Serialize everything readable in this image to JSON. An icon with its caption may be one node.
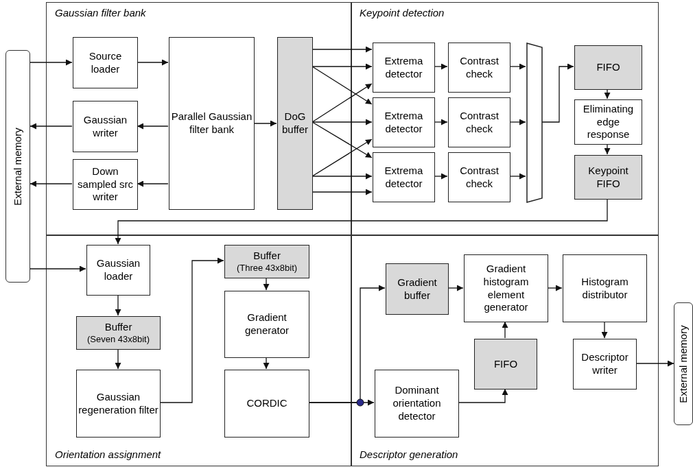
{
  "diagram": {
    "nodes": [
      {
        "text": [
          "External memory"
        ]
      },
      {
        "text": [
          "Gaussian filter bank"
        ]
      },
      {
        "text": [
          "Source loader"
        ],
        "in": 1
      },
      {
        "text": [
          "Gaussian writer"
        ],
        "in": 1
      },
      {
        "text": [
          "Down sampled src writer"
        ],
        "in": 1
      },
      {
        "text": [
          "Parallel Gaussian filter bank"
        ],
        "in": 1
      },
      {
        "text": [
          "DoG buffer"
        ],
        "in": 1
      },
      {
        "text": [
          "Keypoint detection"
        ]
      },
      {
        "text": [
          "Extrema detector"
        ],
        "in": 7
      },
      {
        "text": [
          "Extrema detector"
        ],
        "in": 7
      },
      {
        "text": [
          "Extrema detector"
        ],
        "in": 7
      },
      {
        "text": [
          "Contrast check"
        ],
        "in": 7
      },
      {
        "text": [
          "Contrast check"
        ],
        "in": 7
      },
      {
        "text": [
          "Contrast check"
        ],
        "in": 7
      },
      {
        "text": [],
        "shape": "trapezoid",
        "in": 7
      },
      {
        "text": [
          "FIFO"
        ],
        "in": 7
      },
      {
        "text": [
          "Eliminating edge response"
        ],
        "in": 7
      },
      {
        "text": [
          "Keypoint FIFO"
        ],
        "in": 7
      },
      {
        "text": [
          "Orientation assignment"
        ]
      },
      {
        "text": [
          "Gaussian loader"
        ],
        "in": 18
      },
      {
        "text": [
          "Buffer",
          "(Seven 43x8bit)"
        ],
        "in": 18
      },
      {
        "text": [
          "Gaussian regeneration filter"
        ],
        "in": 18
      },
      {
        "text": [
          "Buffer",
          "(Three 43x8bit)"
        ],
        "in": 18
      },
      {
        "text": [
          "Gradient generator"
        ],
        "in": 18
      },
      {
        "text": [
          "CORDIC"
        ],
        "in": 18
      },
      {
        "text": [
          "Descriptor generation"
        ]
      },
      {
        "text": [
          "Gradient buffer"
        ],
        "in": 25
      },
      {
        "text": [
          "Gradient histogram element generator"
        ],
        "in": 25
      },
      {
        "text": [
          "Histogram distributor"
        ],
        "in": 25
      },
      {
        "text": [
          "FIFO"
        ],
        "in": 25
      },
      {
        "text": [
          "Descriptor writer"
        ],
        "in": 25
      },
      {
        "text": [
          "Dominant orientation detector"
        ],
        "in": 25
      },
      {
        "text": [
          "External memory"
        ]
      }
    ],
    "edges": [
      {
        "from": 0,
        "to": 2,
        "arrow": "to"
      },
      {
        "from": 2,
        "to": 5,
        "arrow": "to"
      },
      {
        "from": 5,
        "to": 3,
        "arrow": "to"
      },
      {
        "from": 3,
        "to": 0,
        "arrow": "to"
      },
      {
        "from": 5,
        "to": 4,
        "arrow": "to"
      },
      {
        "from": 4,
        "to": 0,
        "arrow": "to"
      },
      {
        "from": 5,
        "to": 6,
        "arrow": "to"
      },
      {
        "from": 6,
        "to": 8,
        "arrow": "to"
      },
      {
        "from": 6,
        "to": 8,
        "arrow": "to"
      },
      {
        "from": 6,
        "to": 9,
        "arrow": "to"
      },
      {
        "from": 6,
        "to": 8,
        "arrow": "to"
      },
      {
        "from": 6,
        "to": 9,
        "arrow": "to"
      },
      {
        "from": 6,
        "to": 10,
        "arrow": "to"
      },
      {
        "from": 6,
        "to": 9,
        "arrow": "to"
      },
      {
        "from": 6,
        "to": 10,
        "arrow": "to"
      },
      {
        "from": 6,
        "to": 10,
        "arrow": "to"
      },
      {
        "from": 8,
        "to": 11,
        "arrow": "to"
      },
      {
        "from": 9,
        "to": 12,
        "arrow": "to"
      },
      {
        "from": 10,
        "to": 13,
        "arrow": "to"
      },
      {
        "from": 11,
        "to": 14,
        "arrow": "to"
      },
      {
        "from": 12,
        "to": 14,
        "arrow": "to"
      },
      {
        "from": 13,
        "to": 14,
        "arrow": "to"
      },
      {
        "from": 14,
        "to": 15,
        "arrow": "to"
      },
      {
        "from": 15,
        "to": 16,
        "arrow": "to"
      },
      {
        "from": 16,
        "to": 17,
        "arrow": "to"
      },
      {
        "from": 17,
        "to": 19,
        "arrow": "to"
      },
      {
        "from": 0,
        "to": 19,
        "arrow": "to"
      },
      {
        "from": 19,
        "to": 20,
        "arrow": "to"
      },
      {
        "from": 20,
        "to": 21,
        "arrow": "to"
      },
      {
        "from": 21,
        "to": 22,
        "arrow": "to"
      },
      {
        "from": 22,
        "to": 23,
        "arrow": "to"
      },
      {
        "from": 23,
        "to": 24,
        "arrow": "to"
      },
      {
        "from": 24,
        "to": 31,
        "arrow": "to"
      },
      {
        "from": 24,
        "to": 26,
        "arrow": "to"
      },
      {
        "from": 26,
        "to": 27,
        "arrow": "to"
      },
      {
        "from": 31,
        "to": 29,
        "arrow": "to"
      },
      {
        "from": 29,
        "to": 27,
        "arrow": "to"
      },
      {
        "from": 27,
        "to": 28,
        "arrow": "to"
      },
      {
        "from": 28,
        "to": 30,
        "arrow": "to"
      },
      {
        "from": 30,
        "to": 32,
        "arrow": "to"
      }
    ]
  }
}
